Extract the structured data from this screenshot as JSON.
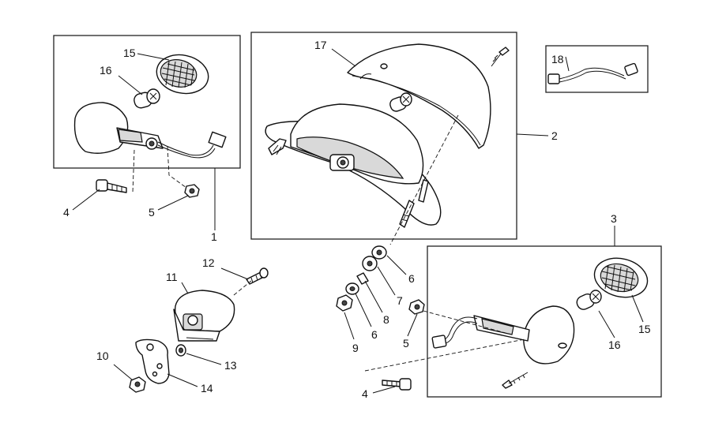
{
  "callouts": {
    "c1": "1",
    "c2": "2",
    "c3": "3",
    "c4a": "4",
    "c4b": "4",
    "c5a": "5",
    "c5b": "5",
    "c6a": "6",
    "c6b": "6",
    "c7": "7",
    "c8": "8",
    "c9": "9",
    "c10": "10",
    "c11": "11",
    "c12": "12",
    "c13": "13",
    "c14": "14",
    "c15a": "15",
    "c15b": "15",
    "c16a": "16",
    "c16b": "16",
    "c17": "17",
    "c18": "18"
  },
  "icons": {
    "turn_signal": "turn-signal-assembly-icon",
    "tail_light": "tail-light-assembly-icon",
    "plate_light": "license-plate-light-icon",
    "wiring": "wiring-harness-icon"
  }
}
